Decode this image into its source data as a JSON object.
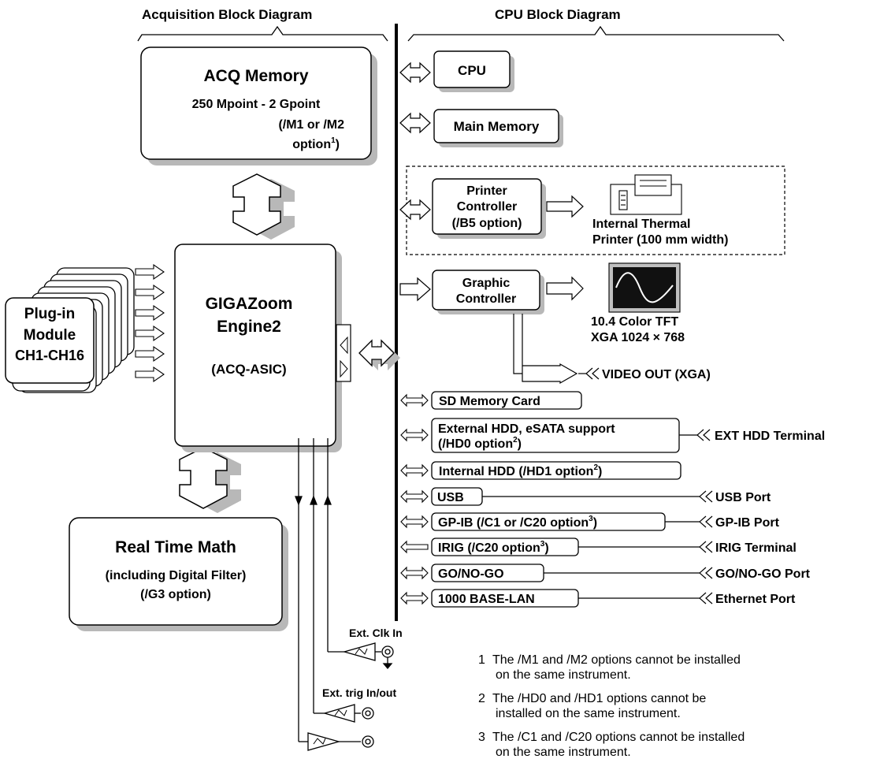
{
  "acquisition_heading": "Acquisition Block Diagram",
  "cpu_heading": "CPU Block Diagram",
  "acq_memory": {
    "title": "ACQ Memory",
    "line1": "250 Mpoint - 2 Gpoint",
    "line2": "(/M1 or /M2",
    "line3": "option",
    "line3_sup": "1",
    "line3_end": ")"
  },
  "engine": {
    "line1": "GIGAZoom",
    "line2": "Engine2",
    "line3": "(ACQ-ASIC)"
  },
  "plugin": {
    "line1": "Plug-in",
    "line2": "Module",
    "line3": "CH1-CH16"
  },
  "realtime": {
    "line1": "Real Time Math",
    "line2": "(including Digital Filter)",
    "line3": "(/G3 option)"
  },
  "cpu": "CPU",
  "main_memory": "Main Memory",
  "printer": {
    "line1": "Printer",
    "line2": "Controller",
    "line3": "(/B5 option)",
    "thermal1": "Internal Thermal",
    "thermal2": "Printer (100 mm width)"
  },
  "graphic": {
    "line1": "Graphic",
    "line2": "Controller",
    "tft1": "10.4 Color TFT",
    "tft2": "XGA 1024 × 768",
    "video": "VIDEO OUT (XGA)"
  },
  "peripherals": {
    "sd": "SD Memory Card",
    "ext_hdd1": "External HDD, eSATA support",
    "ext_hdd2": "(/HD0 option",
    "ext_hdd2_sup": "2",
    "ext_hdd2_end": ")",
    "ext_hdd_port": "EXT HDD Terminal",
    "int_hdd": "Internal HDD (/HD1 option",
    "int_hdd_sup": "2",
    "int_hdd_end": ")",
    "usb": "USB",
    "usb_port": "USB Port",
    "gpib": "GP-IB (/C1 or  /C20 option",
    "gpib_sup": "3",
    "gpib_end": ")",
    "gpib_port": "GP-IB Port",
    "irig": "IRIG (/C20 option",
    "irig_sup": "3",
    "irig_end": ")",
    "irig_port": "IRIG Terminal",
    "gonogo": "GO/NO-GO",
    "gonogo_port": "GO/NO-GO Port",
    "lan": "1000 BASE-LAN",
    "lan_port": "Ethernet Port"
  },
  "ext_clk": "Ext. Clk In",
  "ext_trig": "Ext. trig In/out",
  "notes": [
    {
      "num": "1",
      "line1": "The /M1 and /M2 options cannot be installed",
      "line2": "on the same instrument."
    },
    {
      "num": "2",
      "line1": "The /HD0 and /HD1 options cannot be",
      "line2": "installed on the same instrument."
    },
    {
      "num": "3",
      "line1": "The /C1 and /C20 options cannot be installed",
      "line2": "on the same instrument."
    }
  ]
}
